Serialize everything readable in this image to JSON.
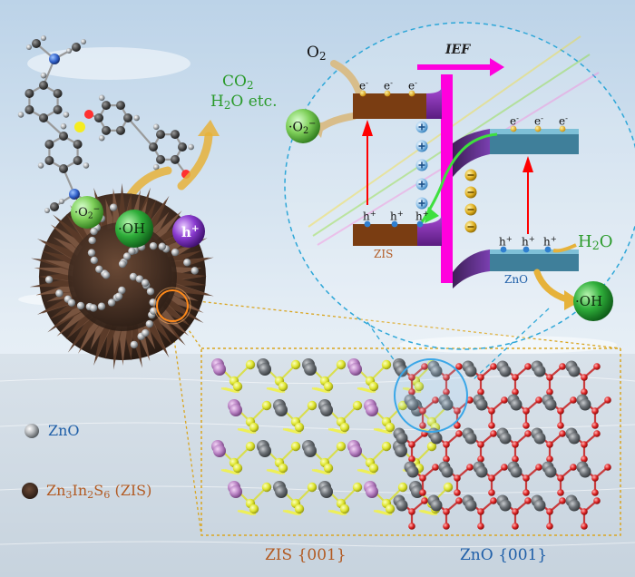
{
  "colors": {
    "sky_top": "#c3d7ea",
    "sky_bottom": "#eef3f7",
    "sea": "#d3dde6",
    "zis_band": "#7a3d12",
    "zno_band": "#3f7f9a",
    "transfer_arrow": "#ff0000",
    "ief_arrow": "#ff00dd",
    "label_green": "#2a9a2a",
    "label_blue": "#1f5fa8",
    "label_brown": "#b25a22",
    "dash_blue": "#2ea7d8",
    "dash_gold": "#d9a520",
    "atom_zn": "#6c7277",
    "atom_s": "#e2e832",
    "atom_in": "#b77ac0",
    "atom_o": "#dd2222"
  },
  "products": {
    "co2": "CO",
    "co2_sub": "2",
    "water_etc": "H",
    "water_sub": "2",
    "water_rest": "O etc."
  },
  "sphere": {
    "o2_radical": {
      "dot": "·",
      "main": "O",
      "sub": "2",
      "sup": "−"
    },
    "oh_radical": {
      "dot": "·",
      "main": "OH"
    },
    "hole": {
      "main": "h",
      "sup": "+"
    }
  },
  "band_diagram": {
    "o2": {
      "main": "O",
      "sub": "2"
    },
    "o2_radical": {
      "dot": "·",
      "main": "O",
      "sub": "2",
      "sup": "−"
    },
    "ief": "IEF",
    "electron": {
      "main": "e",
      "sup": "-"
    },
    "hole": {
      "main": "h",
      "sup": "+"
    },
    "zis_label": "ZIS",
    "zno_label": "ZnO",
    "h2o": {
      "main": "H",
      "sub": "2",
      "rest": "O"
    },
    "oh_radical": {
      "dot": "·",
      "main": "OH"
    }
  },
  "legend": {
    "zno": "ZnO",
    "zis": {
      "t1": "Zn",
      "s1": "3",
      "t2": "In",
      "s2": "2",
      "t3": "S",
      "s3": "6",
      "t4": " (ZIS)"
    }
  },
  "crystal": {
    "zis_label": "ZIS {001}",
    "zno_label": "ZnO {001}"
  }
}
